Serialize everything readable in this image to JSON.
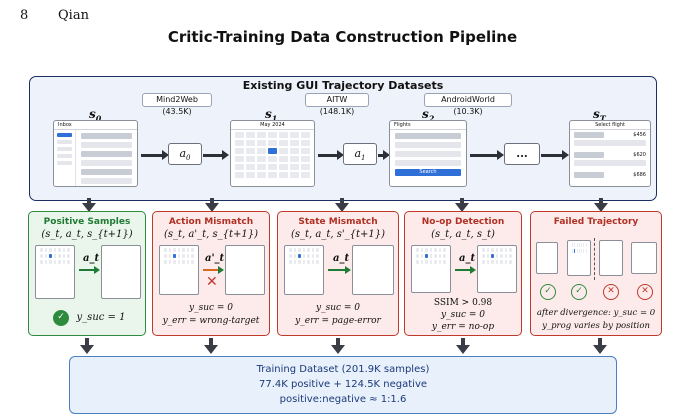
{
  "header": {
    "page_number": "8",
    "running_head": "Qian"
  },
  "title": "Critic-Training Data Construction Pipeline",
  "top_panel": {
    "title": "Existing GUI Trajectory Datasets",
    "datasets": [
      "Mind2Web (43.5K)",
      "AITW (148.1K)",
      "AndroidWorld (10.3K)"
    ],
    "states": [
      {
        "base": "s",
        "sub": "0"
      },
      {
        "base": "s",
        "sub": "1"
      },
      {
        "base": "s",
        "sub": "2"
      },
      {
        "base": "s",
        "sub": "T"
      }
    ],
    "actions": [
      {
        "base": "a",
        "sub": "0"
      },
      {
        "base": "a",
        "sub": "1"
      }
    ],
    "ellipsis": "...",
    "screens": {
      "inbox": {
        "title": "Inbox"
      },
      "calendar": {
        "title": "May 2024"
      },
      "flights": {
        "title": "Flights",
        "button": "Search"
      },
      "results": {
        "title": "Select flight",
        "prices": [
          "$456",
          "$620",
          "$686"
        ]
      }
    }
  },
  "categories": {
    "positive": {
      "title": "Positive Samples",
      "tuple": "(s_t, a_t, s_{t+1})",
      "action_label": "a_t",
      "lines": [
        "y_suc = 1"
      ]
    },
    "action_mismatch": {
      "title": "Action Mismatch",
      "tuple": "(s_t, a'_t, s_{t+1})",
      "action_label": "a'_t",
      "lines": [
        "y_suc = 0",
        "y_err = wrong-target"
      ]
    },
    "state_mismatch": {
      "title": "State Mismatch",
      "tuple": "(s_t, a_t, s'_{t+1})",
      "action_label": "a_t",
      "lines": [
        "y_suc = 0",
        "y_err = page-error"
      ]
    },
    "noop": {
      "title": "No-op Detection",
      "tuple": "(s_t, a_t, s_t)",
      "action_label": "a_t",
      "lines": [
        "SSIM > 0.98",
        "y_suc = 0",
        "y_err = no-op"
      ]
    },
    "failed": {
      "title": "Failed Trajectory",
      "lines": [
        "after divergence: y_suc = 0",
        "y_prog varies by position"
      ]
    }
  },
  "bottom": {
    "title": "Training Dataset (201.9K samples)",
    "line1": "77.4K positive + 124.5K negative",
    "line2": "positive:negative ≈ 1:1.6"
  },
  "colors": {
    "positive": "#2e8b3e",
    "negative": "#c0392b",
    "pipeline_border": "#1b2f63",
    "dataset_blue": "#4a7fc4"
  }
}
